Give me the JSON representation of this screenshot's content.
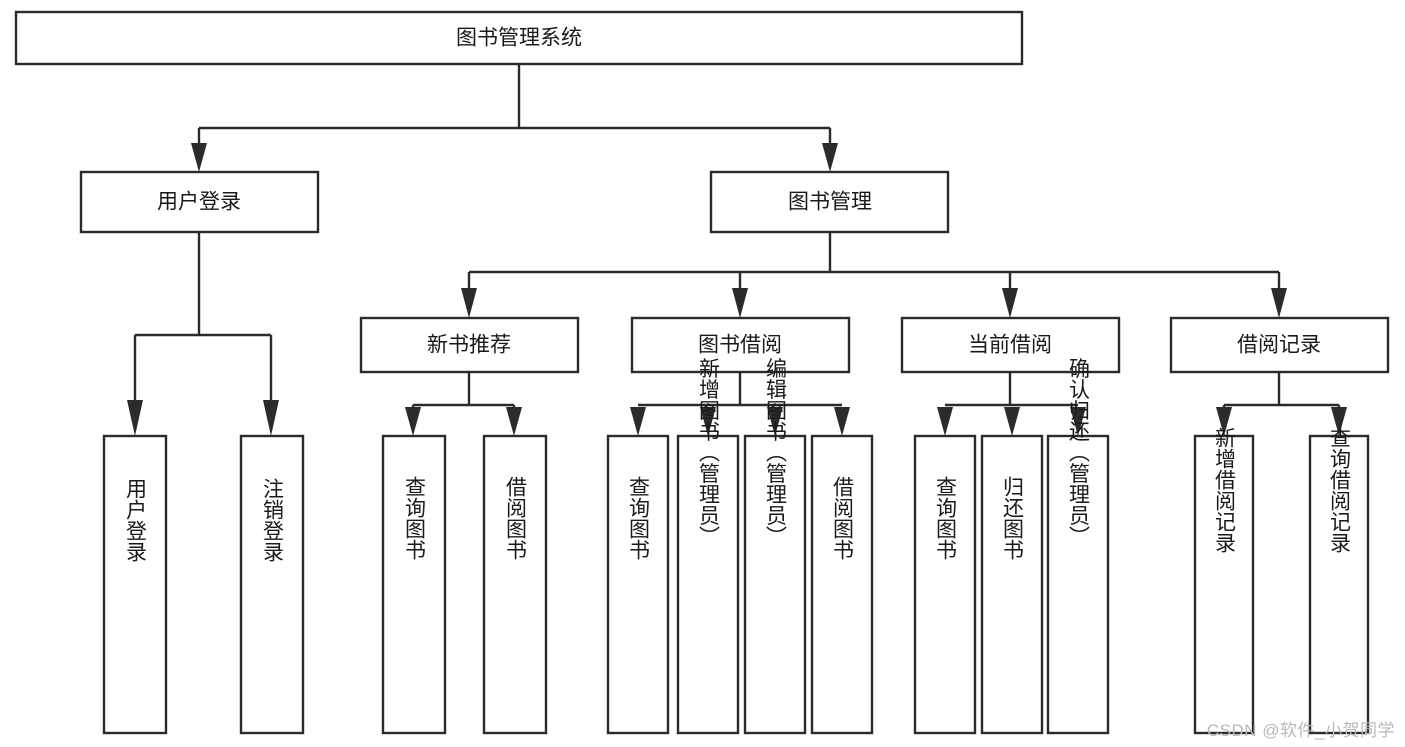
{
  "diagram": {
    "type": "tree-hierarchy",
    "orientation": "top-down",
    "title": "图书管理系统",
    "colors": {
      "background": "#ffffff",
      "box_fill": "#ffffff",
      "box_stroke": "#2b2b2b",
      "connector": "#2b2b2b",
      "text": "#1a1a1a",
      "watermark": "#b9b9b9"
    },
    "root": {
      "id": "root",
      "label": "图书管理系统"
    },
    "level2": [
      {
        "id": "user-login",
        "label": "用户登录"
      },
      {
        "id": "book-manage",
        "label": "图书管理"
      }
    ],
    "level3": [
      {
        "id": "new-book-recommend",
        "label": "新书推荐",
        "parent": "book-manage"
      },
      {
        "id": "book-borrow",
        "label": "图书借阅",
        "parent": "book-manage"
      },
      {
        "id": "current-borrow",
        "label": "当前借阅",
        "parent": "book-manage"
      },
      {
        "id": "borrow-record",
        "label": "借阅记录",
        "parent": "book-manage"
      }
    ],
    "leaves": {
      "user_login": [
        {
          "id": "leaf-user-login",
          "label": "用户登录"
        },
        {
          "id": "leaf-logout-login",
          "label": "注销登录"
        }
      ],
      "new_book_recommend": [
        {
          "id": "leaf-query-book-1",
          "label": "查询图书"
        },
        {
          "id": "leaf-borrow-book-1",
          "label": "借阅图书"
        }
      ],
      "book_borrow": [
        {
          "id": "leaf-query-book-2",
          "label": "查询图书"
        },
        {
          "id": "leaf-add-book",
          "label": "新增图书（管理员）"
        },
        {
          "id": "leaf-edit-book",
          "label": "编辑图书（管理员）"
        },
        {
          "id": "leaf-borrow-book-2",
          "label": "借阅图书"
        }
      ],
      "current_borrow": [
        {
          "id": "leaf-query-book-3",
          "label": "查询图书"
        },
        {
          "id": "leaf-return-book",
          "label": "归还图书"
        },
        {
          "id": "leaf-confirm-return",
          "label": "确认归还（管理员）"
        }
      ],
      "borrow_record": [
        {
          "id": "leaf-add-record",
          "label": "新增借阅记录"
        },
        {
          "id": "leaf-query-record",
          "label": "查询借阅记录"
        }
      ]
    }
  },
  "watermark": {
    "text": "CSDN @软件_小贺同学"
  }
}
